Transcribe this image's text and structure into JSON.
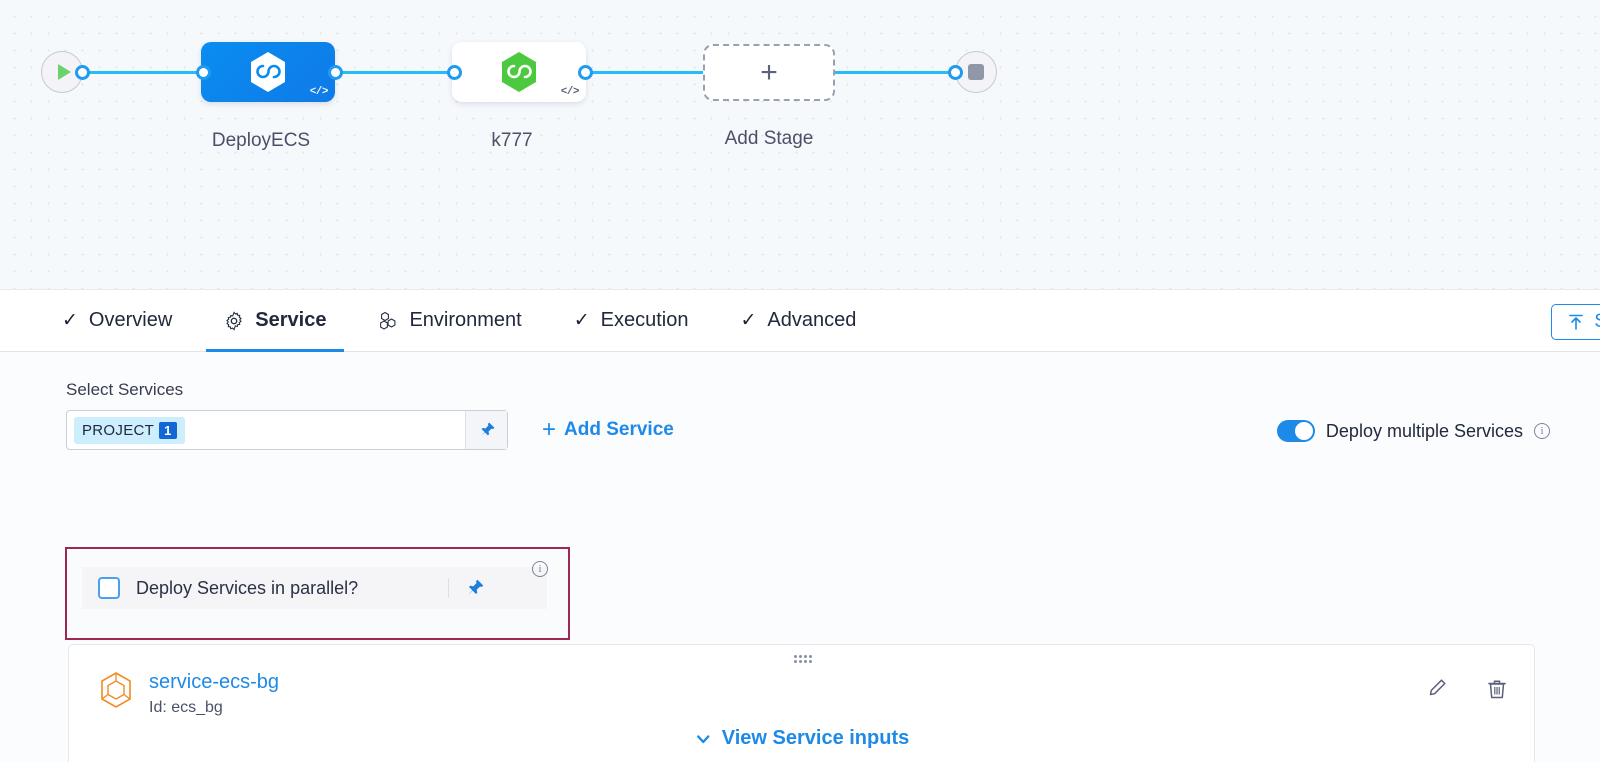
{
  "pipeline": {
    "start_node": {
      "icon": "play-icon",
      "name": "pipeline-start"
    },
    "end_node": {
      "icon": "stop-icon",
      "name": "pipeline-end"
    },
    "stages": [
      {
        "label": "DeployECS",
        "icon": "harness-hexagon-icon",
        "code_icon": "</>",
        "color": "#0a8df0",
        "style": "blue"
      },
      {
        "label": "k777",
        "icon": "harness-hexagon-icon",
        "code_icon": "</>",
        "color": "#4cc93f",
        "style": "white"
      }
    ],
    "add_stage": {
      "label": "Add Stage",
      "icon": "plus-icon"
    }
  },
  "tabs": [
    {
      "label": "Overview",
      "icon": "check-icon",
      "active": false
    },
    {
      "label": "Service",
      "icon": "gear-icon",
      "active": true
    },
    {
      "label": "Environment",
      "icon": "hexagon-cluster-icon",
      "active": false
    },
    {
      "label": "Execution",
      "icon": "check-icon",
      "active": false
    },
    {
      "label": "Advanced",
      "icon": "check-icon",
      "active": false
    }
  ],
  "save_button": {
    "label": "S",
    "icon": "save-template-icon"
  },
  "service_section": {
    "select_services_label": "Select Services",
    "scope_chip": {
      "label": "PROJECT",
      "count": "1"
    },
    "pin_icon": "pin-icon",
    "add_service_label": "Add Service",
    "add_service_icon": "plus-icon",
    "deploy_multiple": {
      "label": "Deploy multiple Services",
      "enabled": true,
      "info_icon": "info-icon"
    },
    "parallel": {
      "label": "Deploy Services in parallel?",
      "checked": false,
      "pin_icon": "pin-icon",
      "info_icon": "info-icon",
      "highlight_color": "#9e2850"
    }
  },
  "service_card": {
    "drag_handle_icon": "drag-handle-icon",
    "service_icon": "service-cube-icon",
    "name": "service-ecs-bg",
    "id_text": "Id: ecs_bg",
    "view_inputs_label": "View Service inputs",
    "view_inputs_icon": "chevron-down-icon",
    "edit_icon": "pencil-icon",
    "delete_icon": "trash-icon"
  },
  "colors": {
    "accent_blue": "#1e8ae8",
    "connector_blue": "#27bdf4",
    "stage_blue": "#0a8df0",
    "stage_green": "#4cc93f",
    "highlight_magenta": "#9e2850",
    "service_orange": "#f08a24",
    "canvas_bg": "#f6f9fc"
  }
}
